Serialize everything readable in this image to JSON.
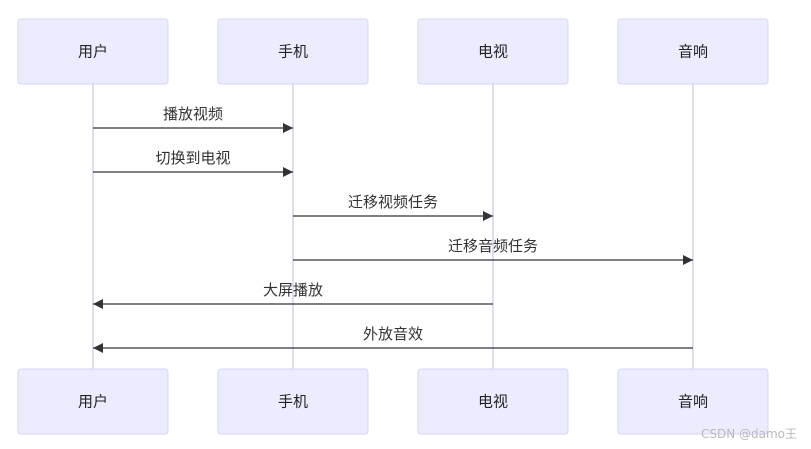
{
  "colors": {
    "actor_fill": "#ECECFF",
    "actor_border": "#D5D5F0",
    "lifeline": "#D3D3EE",
    "message": "#333333",
    "watermark": "#b9b9b9"
  },
  "actors": [
    {
      "id": "user",
      "label": "用户"
    },
    {
      "id": "phone",
      "label": "手机"
    },
    {
      "id": "tv",
      "label": "电视"
    },
    {
      "id": "speaker",
      "label": "音响"
    }
  ],
  "messages": [
    {
      "from": 0,
      "to": 1,
      "label": "播放视频"
    },
    {
      "from": 0,
      "to": 1,
      "label": "切换到电视"
    },
    {
      "from": 1,
      "to": 2,
      "label": "迁移视频任务"
    },
    {
      "from": 1,
      "to": 3,
      "label": "迁移音频任务"
    },
    {
      "from": 2,
      "to": 0,
      "label": "大屏播放"
    },
    {
      "from": 3,
      "to": 0,
      "label": "外放音效"
    }
  ],
  "watermark": "CSDN @damo王"
}
